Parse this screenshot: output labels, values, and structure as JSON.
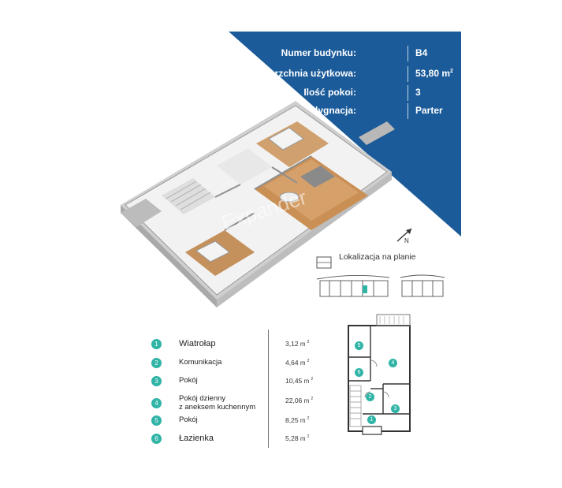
{
  "info": {
    "building_label": "Numer budynku:",
    "building_value": "B4",
    "area_label": "Powierzchnia użytkowa:",
    "area_value": "53,80 m",
    "area_unit_sup": "2",
    "rooms_label": "Ilość pokoi:",
    "rooms_value": "3",
    "floor_label": "Kondygnacja:",
    "floor_value": "Parter"
  },
  "watermark": "Expander",
  "compass_label": "N",
  "location_title": "Lokalizacja na planie",
  "rooms": [
    {
      "num": "1",
      "name": "Wiatrołap",
      "area": "3,12",
      "unit": "m",
      "sq": "2"
    },
    {
      "num": "2",
      "name": "Komunikacja",
      "area": "4,64",
      "unit": "m",
      "sq": "2"
    },
    {
      "num": "3",
      "name": "Pokój",
      "area": "10,45",
      "unit": "m",
      "sq": "2"
    },
    {
      "num": "4",
      "name": "Pokój dzienny",
      "name2": "z aneksem kuchennym",
      "area": "22,06",
      "unit": "m",
      "sq": "2"
    },
    {
      "num": "5",
      "name": "Pokój",
      "area": "8,25",
      "unit": "m",
      "sq": "2"
    },
    {
      "num": "6",
      "name": "Łazienka",
      "area": "5,28",
      "unit": "m",
      "sq": "2"
    }
  ],
  "colors": {
    "corner_blue": "#1b5b99",
    "accent_teal": "#2fb4a6"
  }
}
